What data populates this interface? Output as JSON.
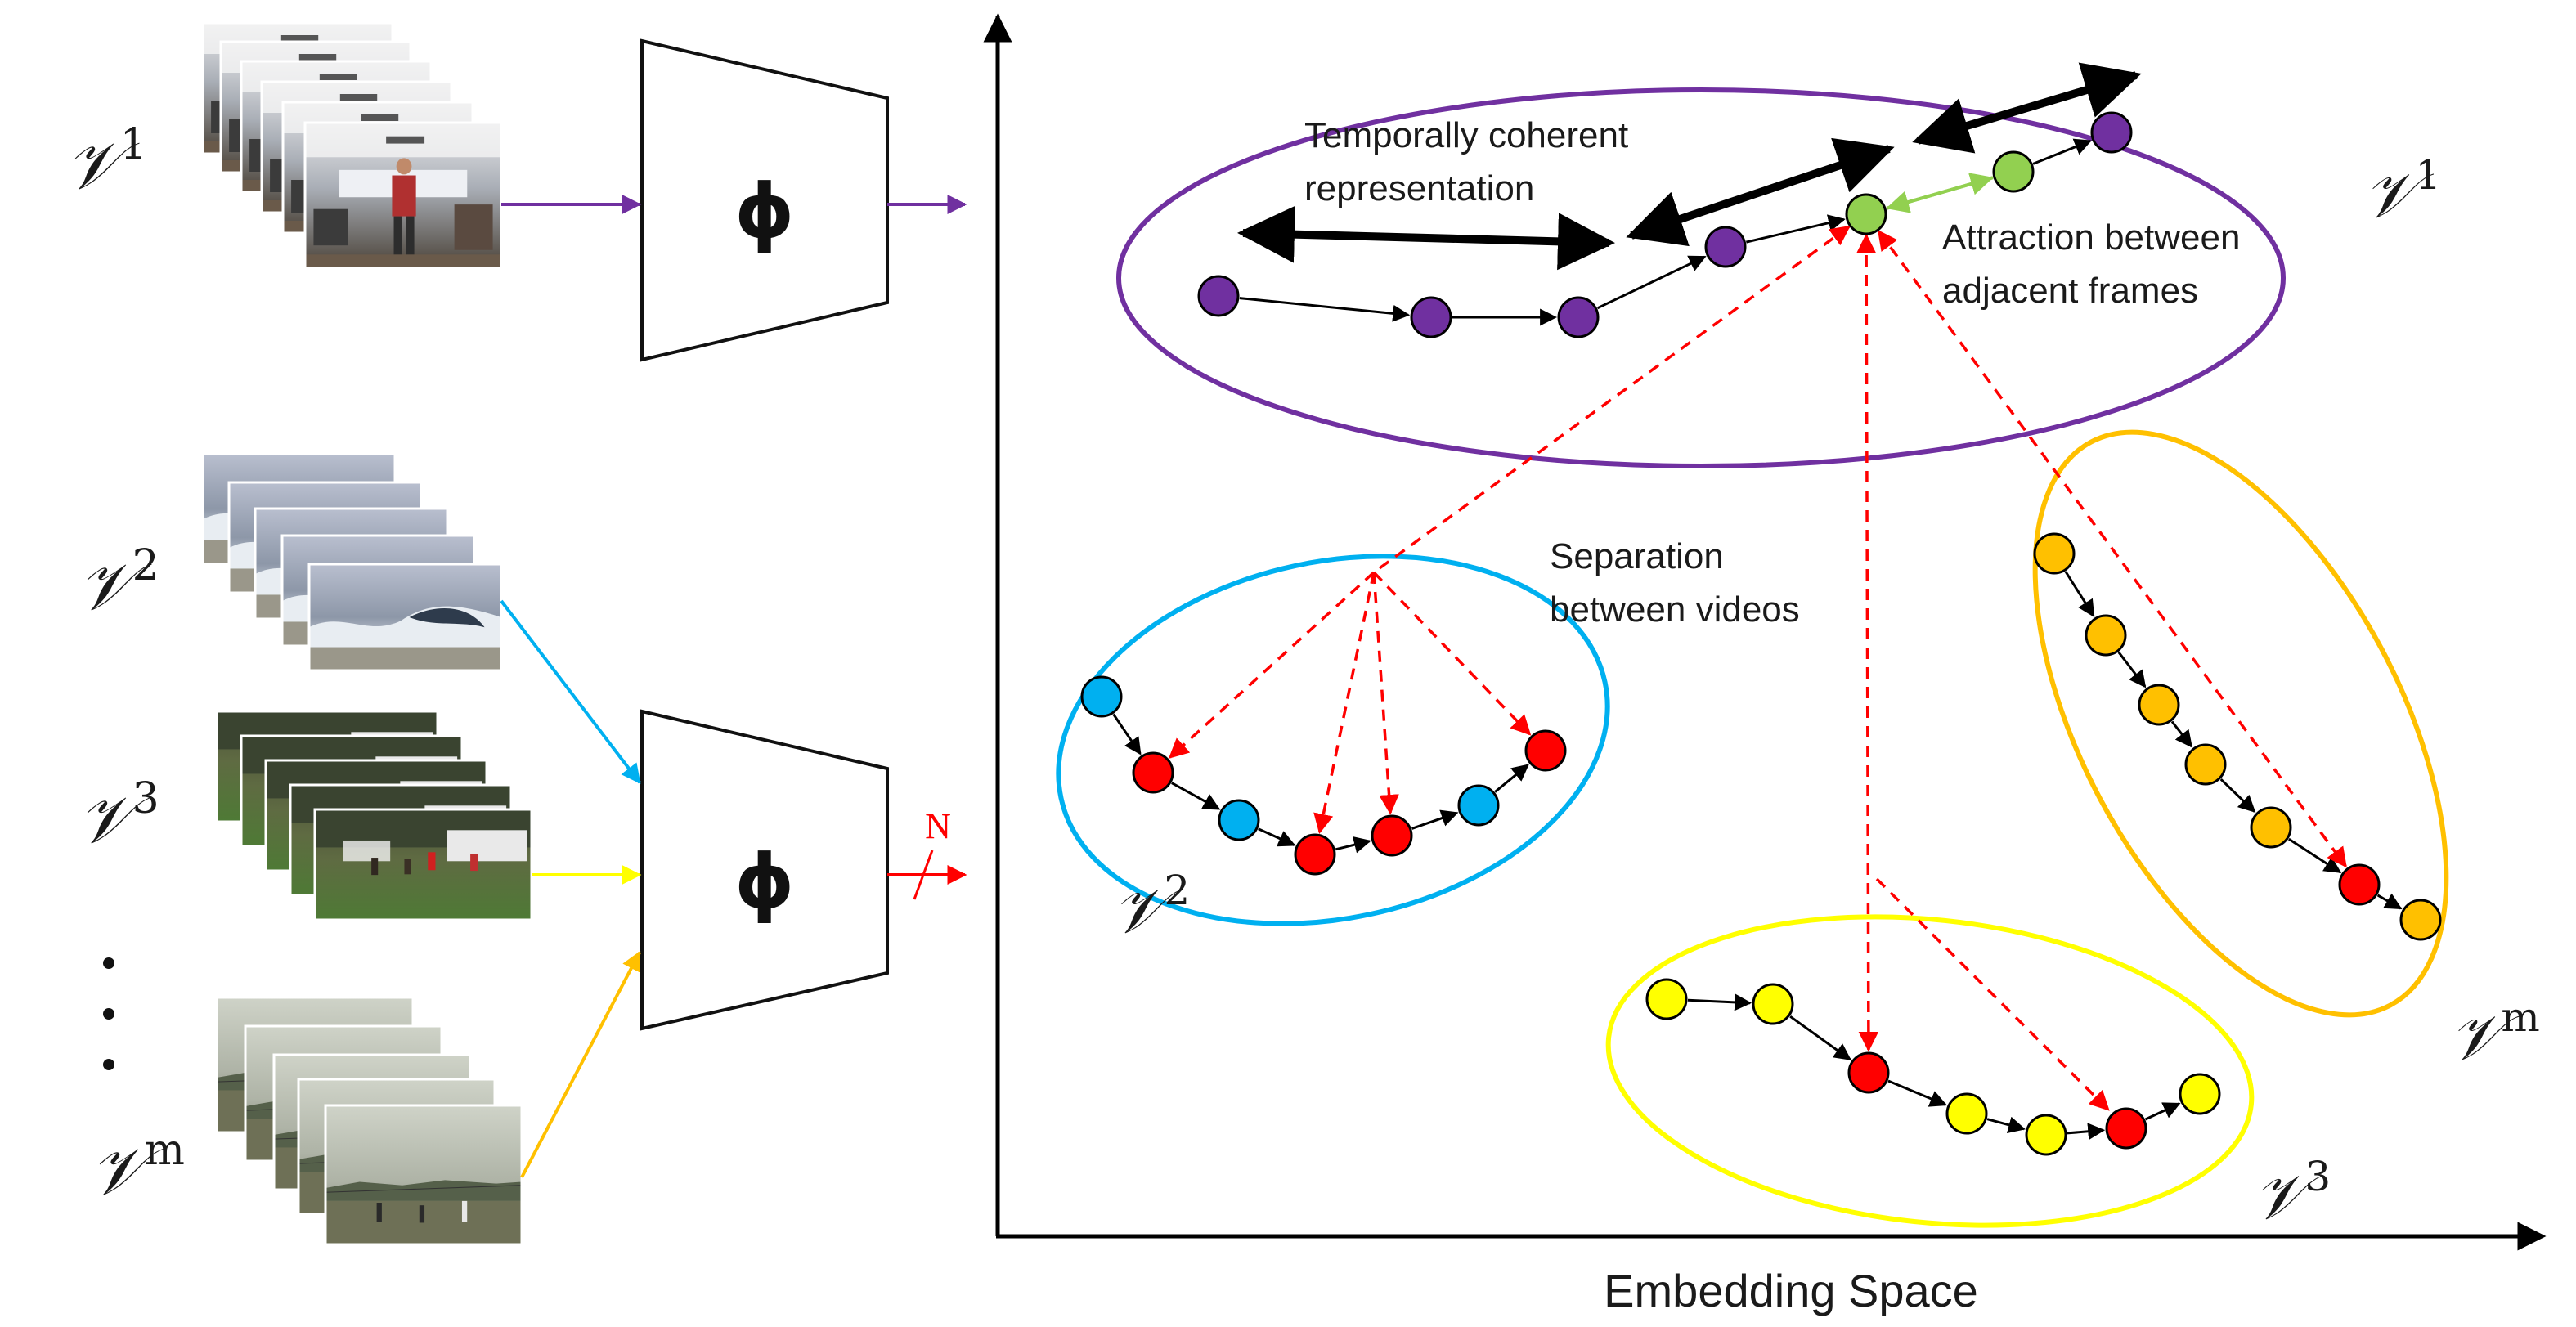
{
  "videos": [
    {
      "id": "v1",
      "symbol": "𝒱",
      "sup": "1",
      "color": "#7030a0"
    },
    {
      "id": "v2",
      "symbol": "𝒱",
      "sup": "2",
      "color": "#00b0f0"
    },
    {
      "id": "v3",
      "symbol": "𝒱",
      "sup": "3",
      "color": "#ffff00"
    },
    {
      "id": "vm",
      "symbol": "𝒱",
      "sup": "m",
      "color": "#ffc000"
    }
  ],
  "ellipsis": "⋮",
  "encoder_label": "ϕ",
  "batch_label": "N",
  "axis_label": "Embedding Space",
  "annotations": {
    "temporal_line1": "Temporally coherent",
    "temporal_line2": "representation",
    "attraction_line1": "Attraction between",
    "attraction_line2": "adjacent frames",
    "separation_line1": "Separation",
    "separation_line2": "between videos"
  },
  "colors": {
    "anchor_red": "#ff0000",
    "positive_green": "#92d050",
    "purple": "#7030a0",
    "blue": "#00b0f0",
    "yellow": "#ffff00",
    "orange": "#ffc000"
  }
}
